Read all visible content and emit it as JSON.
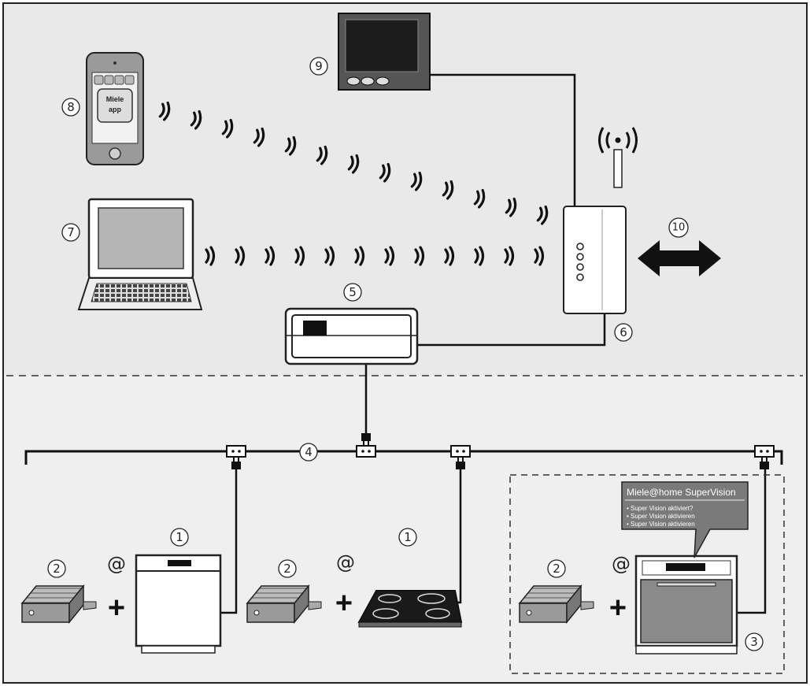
{
  "callouts": {
    "c1a": "1",
    "c1b": "1",
    "c2a": "2",
    "c2b": "2",
    "c2c": "2",
    "c3": "3",
    "c4": "4",
    "c5": "5",
    "c6": "6",
    "c7": "7",
    "c8": "8",
    "c9": "9",
    "c10": "10"
  },
  "symbols": {
    "at": "@",
    "plus": "+"
  },
  "phone_app": {
    "line1": "Miele",
    "line2": "app"
  },
  "supervision": {
    "title": "Miele@home SuperVision",
    "lines": [
      "• Super Vision aktiviert?",
      "• Super Vision aktivieren",
      "• Super Vision aktivieren"
    ]
  },
  "colors": {
    "background_top": "#e9e9e9",
    "background_bottom": "#efefef",
    "line": "#111111",
    "appliance_fill": "#ffffff",
    "oven_body": "#8a8a8a",
    "bubble_fill": "#7a7a7a"
  }
}
